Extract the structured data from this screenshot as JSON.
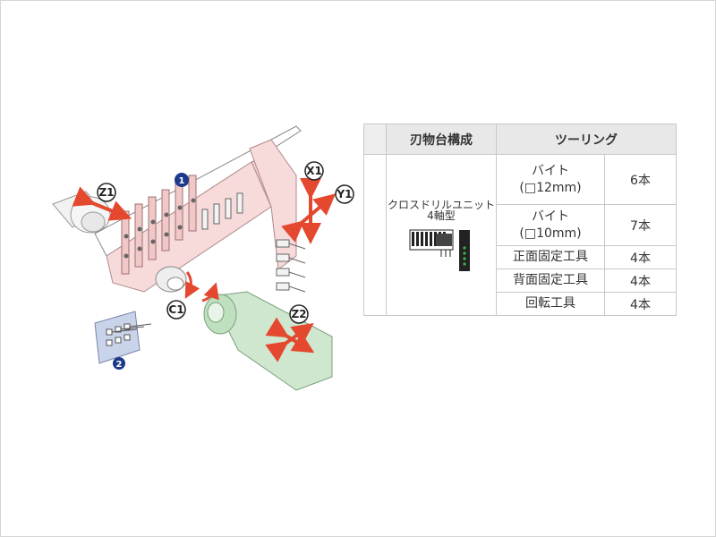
{
  "diagram": {
    "axis_labels": [
      "Z1",
      "X1",
      "Y1",
      "C1",
      "Z2"
    ],
    "badges": [
      "1",
      "2"
    ],
    "colors": {
      "headstock_pink": "#f7dada",
      "spindle_green": "#cfe7cf",
      "arrow_red": "#e4492f",
      "badge_blue": "#1b3a8a",
      "block_blue": "#c9d3ea"
    }
  },
  "table": {
    "headers": {
      "col0": "",
      "col1": "刃物台構成",
      "col2": "ツーリング"
    },
    "unit": {
      "name": "クロスドリルユニット",
      "axis": "4軸型"
    },
    "tools": [
      {
        "name_line1": "バイト",
        "name_line2": "(□12mm)",
        "count": "6本"
      },
      {
        "name_line1": "バイト",
        "name_line2": "(□10mm)",
        "count": "7本"
      },
      {
        "name_line1": "正面固定工具",
        "name_line2": "",
        "count": "4本"
      },
      {
        "name_line1": "背面固定工具",
        "name_line2": "",
        "count": "4本"
      },
      {
        "name_line1": "回転工具",
        "name_line2": "",
        "count": "4本"
      }
    ]
  }
}
